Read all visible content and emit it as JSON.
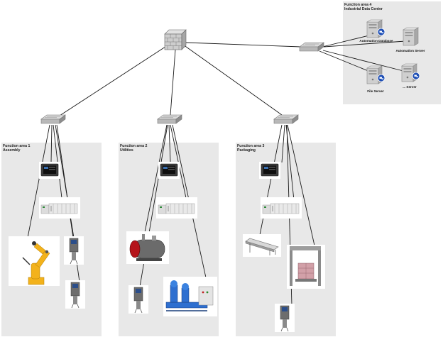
{
  "areas": [
    {
      "id": "area1",
      "title": "Function area 1",
      "subtitle": "Assembly"
    },
    {
      "id": "area2",
      "title": "Function area 2",
      "subtitle": "Utilities"
    },
    {
      "id": "area3",
      "title": "Function area 3",
      "subtitle": "Packaging"
    },
    {
      "id": "area4",
      "title": "Function area 4",
      "subtitle": "Industrial Data Center"
    }
  ],
  "servers": [
    {
      "label": "Automation Database"
    },
    {
      "label": "Automation Server"
    },
    {
      "label": "File Server"
    },
    {
      "label": "... Server"
    }
  ],
  "colors": {
    "area_bg": "#e8e8e8",
    "switch_top": "#d9d9d9",
    "switch_side": "#9a9a9a",
    "firewall_brick": "#c9c9c9",
    "server_body": "#cfcfcf",
    "badge_blue": "#1f4fb5",
    "robot_yellow": "#f3b21b",
    "boiler_red": "#b5141a",
    "pump_blue": "#2e6fd0"
  },
  "icons": {
    "firewall": "firewall-icon",
    "switch": "network-switch-icon",
    "server": "server-icon",
    "hmi": "hmi-panel-icon",
    "plc": "plc-rack-icon",
    "robot": "industrial-robot-icon",
    "drive": "servo-drive-icon",
    "boiler": "boiler-icon",
    "pump": "pump-station-icon",
    "conveyor": "conveyor-icon",
    "palletizer": "palletizer-icon"
  }
}
